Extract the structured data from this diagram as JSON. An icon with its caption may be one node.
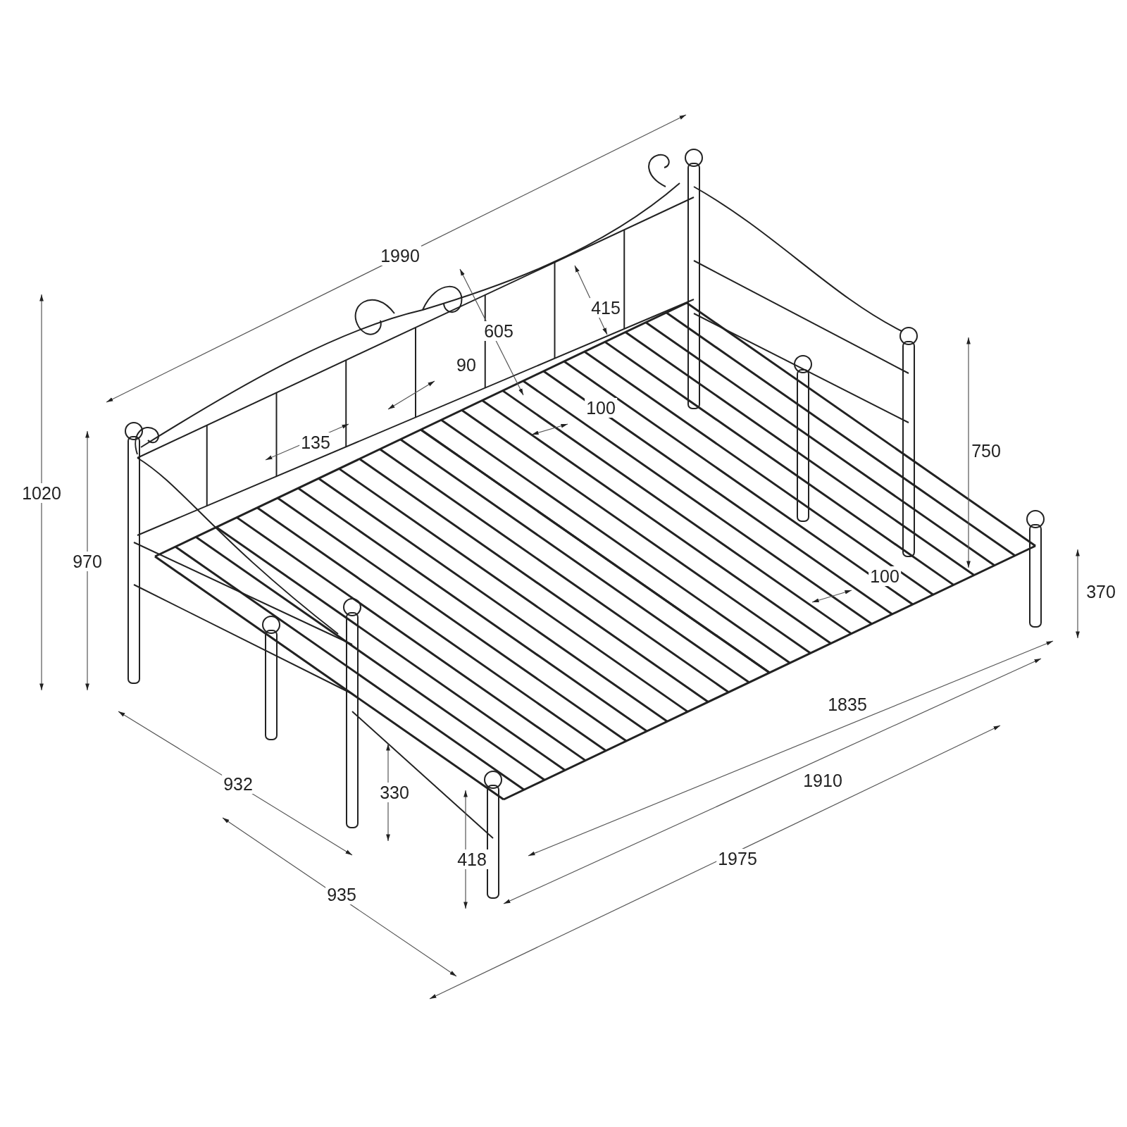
{
  "diagram": {
    "labels": [
      "1990",
      "415",
      "605",
      "90",
      "100",
      "135",
      "1020",
      "750",
      "970",
      "370",
      "100",
      "1835",
      "932",
      "330",
      "1910",
      "418",
      "1975",
      "935"
    ]
  }
}
